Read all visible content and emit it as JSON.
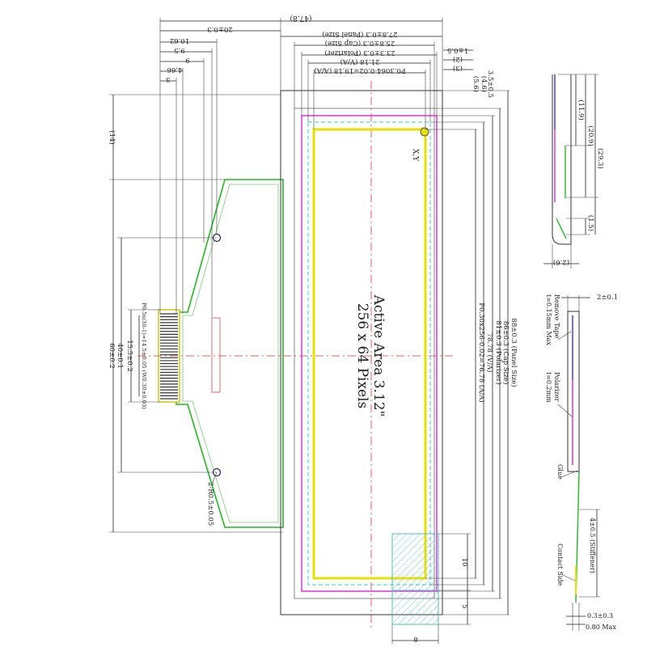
{
  "active_area": {
    "title": "Active Area 3.12\"",
    "pixels": "256 x 64 Pixels"
  },
  "top_dims": [
    {
      "id": "panel_w",
      "label": "(47.8)"
    },
    {
      "id": "d20",
      "label": "20±0.3"
    },
    {
      "id": "panel_size",
      "label": "27.8±0.3 (Panel Size)"
    },
    {
      "id": "cap_size",
      "label": "25.8±0.3 (Cap Size)"
    },
    {
      "id": "polarizer",
      "label": "23.3±0.3 (Polarizer)"
    },
    {
      "id": "va",
      "label": "21.18 (V/A)"
    },
    {
      "id": "aa",
      "label": "P0.3064-0.02=19.18 (A/A)"
    },
    {
      "id": "d1062",
      "label": "10.62"
    },
    {
      "id": "d95",
      "label": "9.5"
    },
    {
      "id": "d9",
      "label": "9"
    },
    {
      "id": "d466",
      "label": "4.66"
    },
    {
      "id": "d3",
      "label": "3"
    }
  ],
  "top_right_dims": [
    {
      "id": "r3",
      "label": "(3)"
    },
    {
      "id": "r2",
      "label": "(2)"
    },
    {
      "id": "r1",
      "label": "1±0.5"
    },
    {
      "id": "r35",
      "label": "3.5±0.5"
    },
    {
      "id": "r46",
      "label": "(4.6)"
    },
    {
      "id": "r56",
      "label": "(5.6)"
    }
  ],
  "right_dims": [
    {
      "id": "v_panel",
      "label": "88±0.3 (Panel Size)"
    },
    {
      "id": "v_cap",
      "label": "86±0.3 (Cap Size)"
    },
    {
      "id": "v_pol",
      "label": "81±0.3 (Polarizer)"
    },
    {
      "id": "v_va",
      "label": "78.78 (V/A)"
    },
    {
      "id": "v_aa",
      "label": "P0.30x256-0.02=76.78 (A/A)"
    }
  ],
  "left_dims": [
    {
      "id": "l14",
      "label": "(14)"
    },
    {
      "id": "l60",
      "label": "60±0.2"
    },
    {
      "id": "l40",
      "label": "40±0.1"
    },
    {
      "id": "l155",
      "label": "15.5±0.2"
    },
    {
      "id": "lpitch",
      "label": "P0.5x(30-1)=14.5±0.05 (W0.30±0.03)"
    }
  ],
  "misc_labels": {
    "hole": "2-R0.5±0.05",
    "origin": "X,Y",
    "bottom_10": "10",
    "bottom_5": "5",
    "bottom_8": "8"
  },
  "side_top": {
    "d119": "(11.9)",
    "d209": "(20.9)",
    "d293": "(29.3)",
    "d15": "(1.5)",
    "d26": "(2.6)"
  },
  "side_bottom": {
    "d2": "2±0.1",
    "tape": "Remove Tape",
    "tape_t": "t=0.15mm Max",
    "polarizer": "Polarizer",
    "pol_t": "t=0.2mm",
    "glue": "Glue",
    "stiffener": "4±0.5 (Stiffener)",
    "contact": "Contact Side",
    "d03": "0.3±0.3",
    "d08": "0.80 Max"
  }
}
